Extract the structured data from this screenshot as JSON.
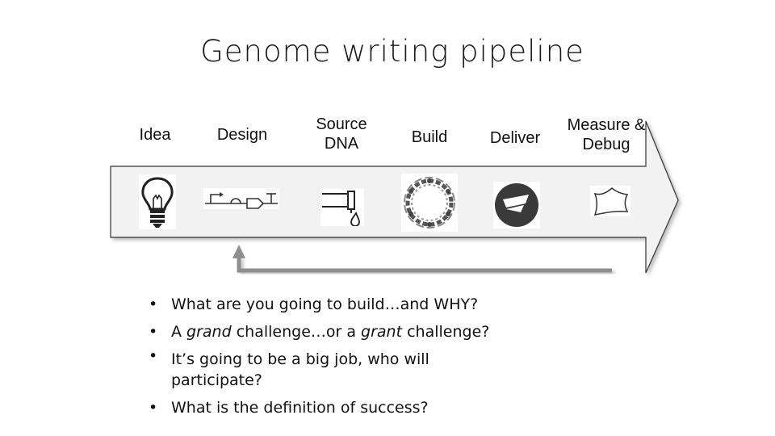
{
  "title": "Genome writing pipeline",
  "stages": [
    {
      "label": "Idea",
      "icon": "lightbulb-icon"
    },
    {
      "label": "Design",
      "icon": "genetic-circuit-icon"
    },
    {
      "label": "Source DNA",
      "icon": "dna-synthesizer-icon"
    },
    {
      "label": "Build",
      "icon": "circular-dna-icon"
    },
    {
      "label": "Deliver",
      "icon": "delivery-logo-icon"
    },
    {
      "label": "Measure & Debug",
      "icon": "cell-outline-icon"
    }
  ],
  "bullets": {
    "b1": "What are you going to build…and WHY?",
    "b2_a": "A ",
    "b2_b": "grand",
    "b2_c": " challenge…or a ",
    "b2_d": "grant",
    "b2_e": " challenge?",
    "b3": "It’s going to be a big job, who will participate?",
    "b4": "What is the definition of success?"
  },
  "colors": {
    "arrow_fill": "#f2f2f2",
    "arrow_stroke": "#333333",
    "feedback_arrow": "#8f8f8f"
  }
}
